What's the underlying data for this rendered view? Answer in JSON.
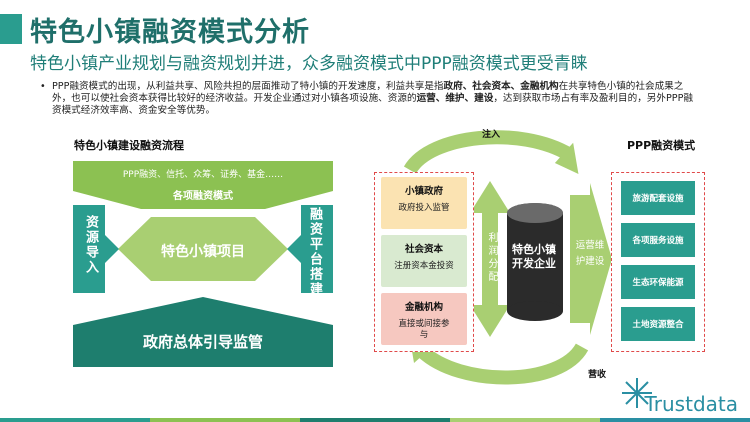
{
  "header": {
    "title": "特色小镇融资模式分析",
    "subtitle": "特色小镇产业规划与融资规划并进，众多融资模式中PPP融资模式更受青睐"
  },
  "bullet": {
    "p1": "PPP融资模式的出现，从利益共享、风险共担的层面推动了特小镇的开发速度，利益共享是指",
    "b1": "政府、社会资本、金融机构",
    "p2": "在共享特色小镇的社会成果之外，也可以使社会资本获得比较好的经济收益。开发企业通过对小镇各项设施、资源的",
    "b2": "运营、维护、建设",
    "p3": "，达到获取市场占有率及盈利目的，另外PPP融资模式经济效率高、资金安全等优势。"
  },
  "left": {
    "title": "特色小镇建设融资流程",
    "top_text": "PPP融资、信托、众筹、证券、基金……",
    "top_label": "各项融资模式",
    "left_arrow": "资源导入",
    "right_arrow": "融资平台搭建",
    "center": "特色小镇项目",
    "bottom": "政府总体引导监管"
  },
  "right": {
    "inject_label": "注入",
    "revenue_label": "营收",
    "profit_label": "利润分配",
    "ops_label": "运营维护建设",
    "center": "特色小镇开发企业",
    "parties": [
      {
        "title": "小镇政府",
        "sub": "政府投入监管"
      },
      {
        "title": "社会资本",
        "sub": "注册资本金投资"
      },
      {
        "title": "金融机构",
        "sub": "直接或间接参与"
      }
    ],
    "ppp_title": "PPP融资模式",
    "ppp_items": [
      "旅游配套设施",
      "各项服务设施",
      "生态环保能源",
      "土地资源整合"
    ]
  },
  "logo": "Trustdata",
  "colors": {
    "teal": "#2a9d8f",
    "green": "#a9cf72",
    "accent_red": "#e04a4a",
    "yellow_box": "#fbe3b2",
    "green_box": "#d9ead0",
    "red_box": "#f6c8c0"
  }
}
